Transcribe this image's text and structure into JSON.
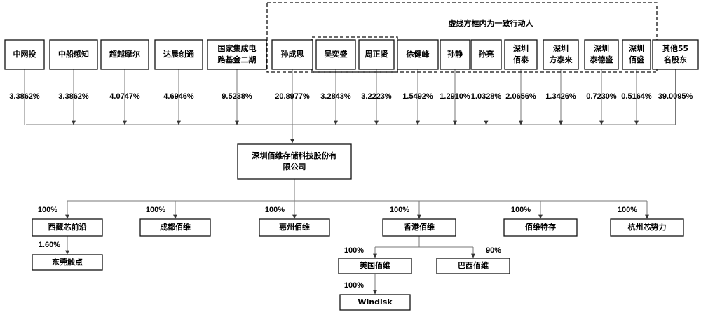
{
  "group_label": "虚线方框内为一致行动人",
  "shareholders": [
    {
      "lines": [
        "中网投"
      ],
      "pct": "3.3862%"
    },
    {
      "lines": [
        "中船感知"
      ],
      "pct": "3.3862%"
    },
    {
      "lines": [
        "超越摩尔"
      ],
      "pct": "4.0747%"
    },
    {
      "lines": [
        "达晨创通"
      ],
      "pct": "4.6946%"
    },
    {
      "lines": [
        "国家集成电",
        "路基金二期"
      ],
      "pct": "9.5238%"
    },
    {
      "lines": [
        "孙成思"
      ],
      "pct": "20.8977%"
    },
    {
      "lines": [
        "吴奕盛"
      ],
      "pct": "3.2843%"
    },
    {
      "lines": [
        "周正贤"
      ],
      "pct": "3.2223%"
    },
    {
      "lines": [
        "徐健峰"
      ],
      "pct": "1.5492%"
    },
    {
      "lines": [
        "孙静"
      ],
      "pct": "1.2910%"
    },
    {
      "lines": [
        "孙亮"
      ],
      "pct": "1.0328%"
    },
    {
      "lines": [
        "深圳",
        "佰泰"
      ],
      "pct": "2.0656%"
    },
    {
      "lines": [
        "深圳",
        "方泰来"
      ],
      "pct": "1.3426%"
    },
    {
      "lines": [
        "深圳",
        "泰德盛"
      ],
      "pct": "0.7230%"
    },
    {
      "lines": [
        "深圳",
        "佰盛"
      ],
      "pct": "0.5164%"
    },
    {
      "lines": [
        "其他55",
        "名股东"
      ],
      "pct": "39.0095%"
    }
  ],
  "company": {
    "lines": [
      "深圳佰维存储科技股份有",
      "限公司"
    ]
  },
  "subsidiaries": [
    {
      "name": "西藏芯前沿",
      "pct": "100%"
    },
    {
      "name": "成都佰维",
      "pct": "100%"
    },
    {
      "name": "惠州佰维",
      "pct": "100%"
    },
    {
      "name": "香港佰维",
      "pct": "100%"
    },
    {
      "name": "佰维特存",
      "pct": "100%"
    },
    {
      "name": "杭州芯势力",
      "pct": "100%"
    }
  ],
  "tier3": [
    {
      "name": "东莞触点",
      "pct": "1.60%",
      "parent": 0
    },
    {
      "name": "美国佰维",
      "pct": "100%",
      "parent": 3
    },
    {
      "name": "巴西佰维",
      "pct": "90%",
      "parent": 3
    }
  ],
  "tier4": [
    {
      "name": "Windisk",
      "pct": "100%",
      "parent": 1
    }
  ]
}
